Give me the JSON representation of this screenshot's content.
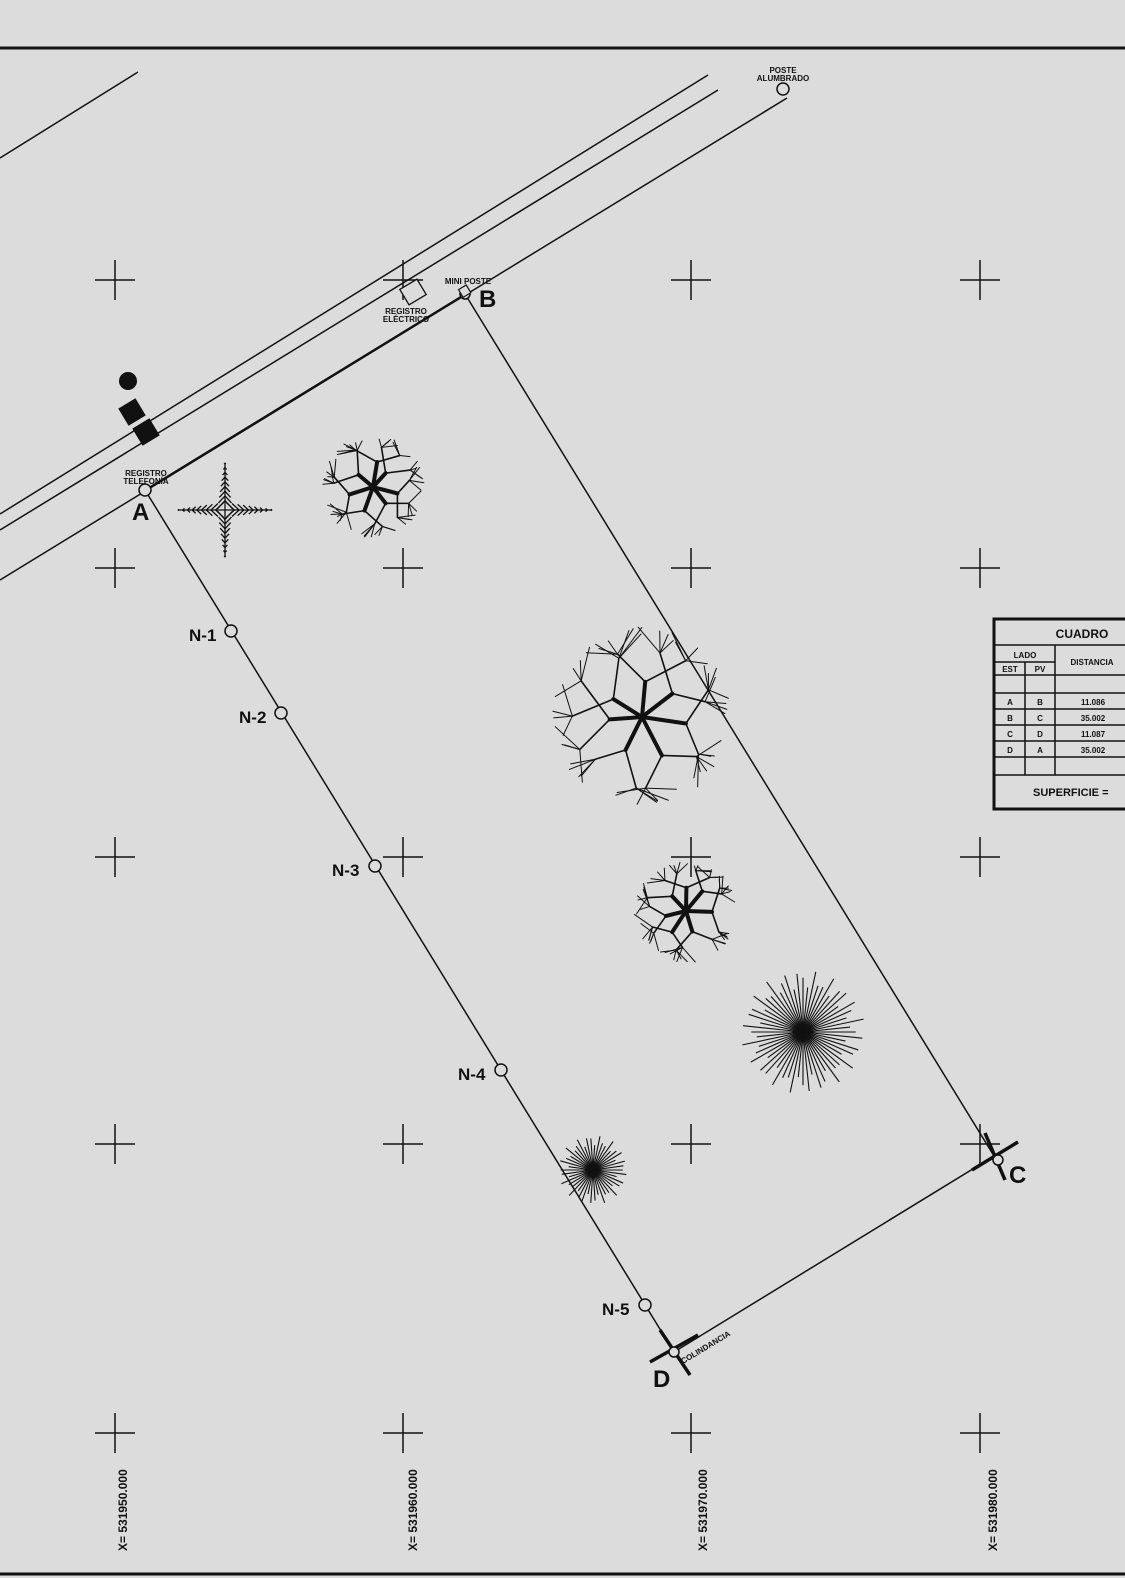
{
  "vertices": {
    "a": {
      "label": "A"
    },
    "b": {
      "label": "B"
    },
    "c": {
      "label": "C"
    },
    "d": {
      "label": "D"
    }
  },
  "nodes": [
    "N-1",
    "N-2",
    "N-3",
    "N-4",
    "N-5"
  ],
  "annotations": {
    "poste_line1": "POSTE",
    "poste_line2": "ALUMBRADO",
    "mini_poste": "MINI POSTE",
    "registro_electrico_line1": "REGISTRO",
    "registro_electrico_line2": "ELÉCTRICO",
    "registro_telefonia_line1": "REGISTRO",
    "registro_telefonia_line2": "TELEFONÍA",
    "colindancia": "COLINDANCIA"
  },
  "coordinates": [
    "X= 531950.000",
    "X= 531960.000",
    "X= 531970.000",
    "X= 531980.000"
  ],
  "table": {
    "title": "CUADRO",
    "lado_header": "LADO",
    "est_header": "EST",
    "pv_header": "PV",
    "distancia_header": "DISTANCIA",
    "rows": [
      {
        "est": "A",
        "pv": "B",
        "distancia": "11.086"
      },
      {
        "est": "B",
        "pv": "C",
        "distancia": "35.002"
      },
      {
        "est": "C",
        "pv": "D",
        "distancia": "11.087"
      },
      {
        "est": "D",
        "pv": "A",
        "distancia": "35.002"
      }
    ],
    "superficie": "SUPERFICIE ="
  }
}
